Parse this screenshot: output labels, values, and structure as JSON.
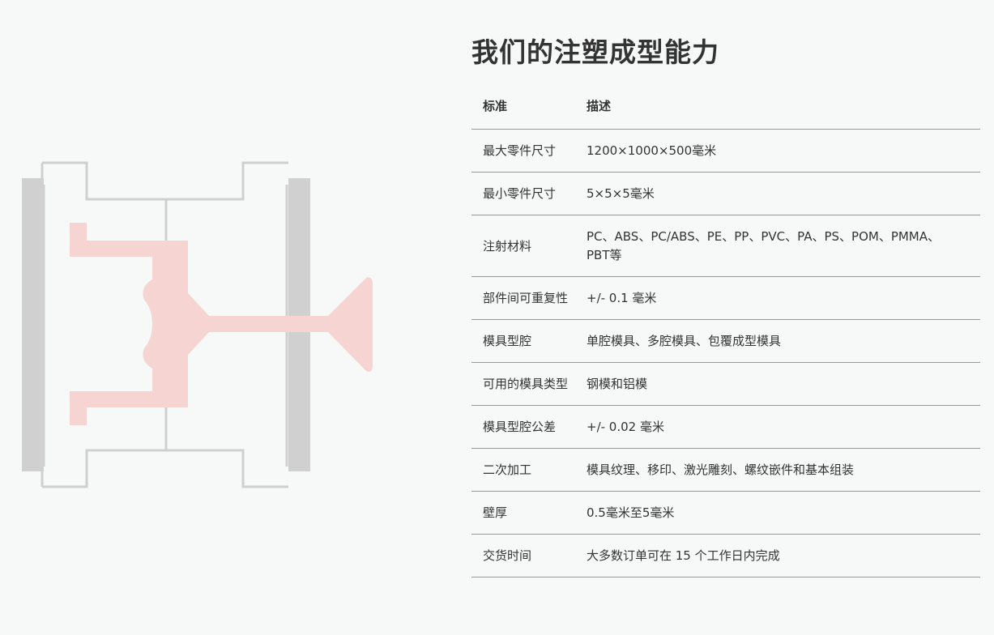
{
  "title": "我们的注塑成型能力",
  "table": {
    "headers": [
      "标准",
      "描述"
    ],
    "rows": [
      {
        "label": "最大零件尺寸",
        "value": "1200×1000×500毫米"
      },
      {
        "label": "最小零件尺寸",
        "value": "5×5×5毫米"
      },
      {
        "label": "注射材料",
        "value": "PC、ABS、PC/ABS、PE、PP、PVC、PA、PS、POM、PMMA、PBT等"
      },
      {
        "label": "部件间可重复性",
        "value": "+/- 0.1 毫米"
      },
      {
        "label": "模具型腔",
        "value": "单腔模具、多腔模具、包覆成型模具"
      },
      {
        "label": "可用的模具类型",
        "value": "钢模和铝模"
      },
      {
        "label": "模具型腔公差",
        "value": "+/- 0.02 毫米"
      },
      {
        "label": "二次加工",
        "value": "模具纹理、移印、激光雕刻、螺纹嵌件和基本组装"
      },
      {
        "label": "壁厚",
        "value": "0.5毫米至5毫米"
      },
      {
        "label": "交货时间",
        "value": "大多数订单可在 15 个工作日内完成"
      }
    ]
  },
  "colors": {
    "mold_gray": "#d0d0d0",
    "part_pink": "#f6d4d2",
    "divider": "#999999"
  },
  "icons": [
    "injection-mold-illustration"
  ]
}
